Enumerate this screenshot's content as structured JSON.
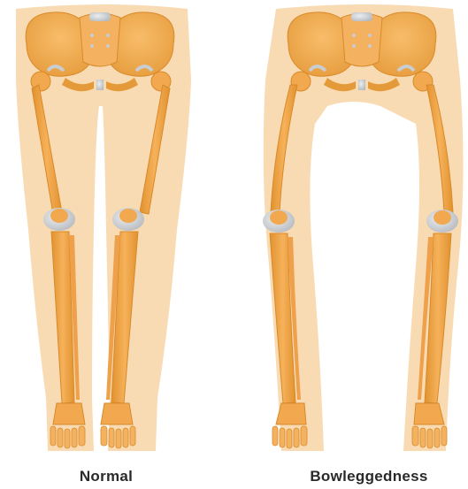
{
  "figure": {
    "panels": [
      {
        "id": "normal",
        "caption": "Normal"
      },
      {
        "id": "bowlegged",
        "caption": "Bowleggedness"
      }
    ]
  },
  "colors": {
    "skin": "#f7cf9a",
    "skin_edge": "#f3c58a",
    "bone": "#f2a84e",
    "bone_dark": "#d98a2c",
    "bone_light": "#f8c07a",
    "cartilage": "#c9ccd0",
    "caption_text": "#2a2a2a",
    "background": "#ffffff"
  },
  "icons": {
    "normal_legs": "normal-leg-skeleton-icon",
    "bowlegged_legs": "bowlegged-leg-skeleton-icon"
  }
}
